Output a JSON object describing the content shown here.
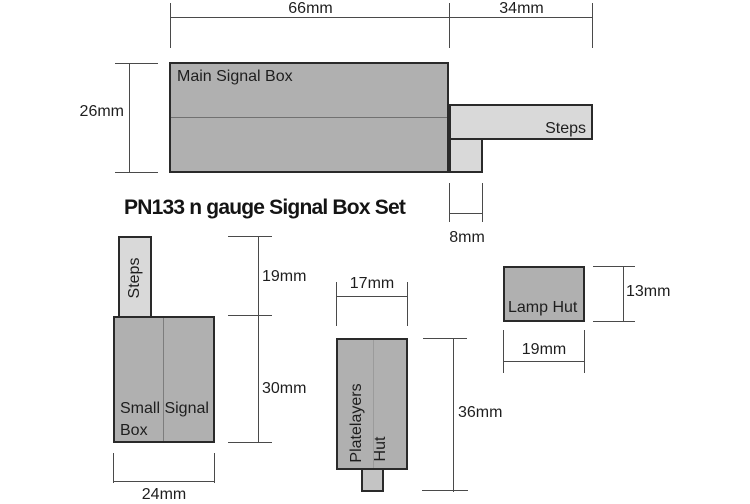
{
  "title": "PN133 n gauge Signal Box Set",
  "colors": {
    "part_fill": "#b0b0b0",
    "steps_fill": "#d9d9d9",
    "tab_fill": "#c4c4c4",
    "outline": "#2a2a2a",
    "dimension_line": "#4a4a4a",
    "text": "#1e1e1e",
    "background": "#ffffff"
  },
  "main_group": {
    "box_label": "Main Signal Box",
    "steps_label": "Steps",
    "dims": {
      "box_width": "66mm",
      "steps_width": "34mm",
      "box_height": "26mm",
      "tab_width": "8mm"
    }
  },
  "small_group": {
    "box_label_line1": "Small Signal",
    "box_label_line2": "Box",
    "steps_label": "Steps",
    "dims": {
      "steps_height": "19mm",
      "box_height": "30mm",
      "box_width": "24mm"
    }
  },
  "platelayers_group": {
    "label_word1": "Platelayers",
    "label_word2": "Hut",
    "dims": {
      "width": "17mm",
      "height": "36mm"
    }
  },
  "lamp_group": {
    "label": "Lamp Hut",
    "dims": {
      "height": "13mm",
      "width": "19mm"
    }
  }
}
